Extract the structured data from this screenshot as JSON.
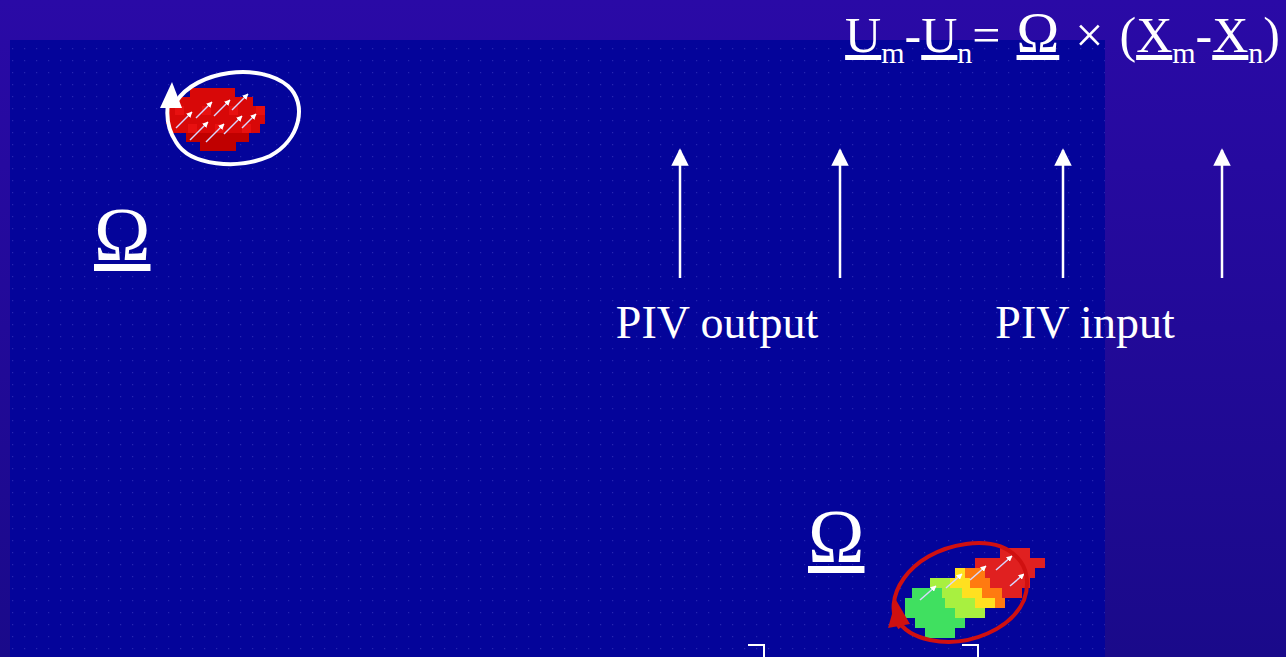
{
  "diagram": {
    "labels": [
      "Ω",
      "U",
      "m",
      "-",
      "U",
      "n",
      "=",
      "Ω",
      "×",
      "(",
      "X",
      "m",
      "-",
      "X",
      "n",
      ")",
      "PIV output",
      "PIV input",
      "Ω"
    ]
  }
}
